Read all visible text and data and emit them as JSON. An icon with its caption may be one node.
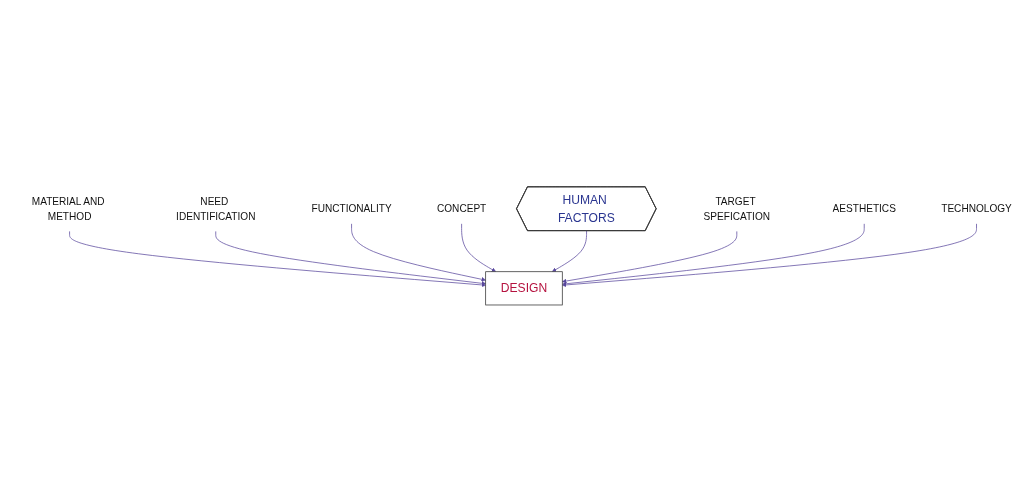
{
  "diagram": {
    "nodes": [
      {
        "text": [
          "DESIGN"
        ]
      },
      {
        "text": [
          "MATERIAL AND METHOD"
        ]
      },
      {
        "text": [
          "NEED IDENTIFICATION"
        ]
      },
      {
        "text": [
          "FUNCTIONALITY"
        ]
      },
      {
        "text": [
          "CONCEPT"
        ]
      },
      {
        "text": [
          "HUMAN FACTORS"
        ]
      },
      {
        "text": [
          "TARGET SPEFICATION"
        ]
      },
      {
        "text": [
          "AESTHETICS"
        ]
      },
      {
        "text": [
          "TECHNOLOGY"
        ]
      }
    ],
    "edges": [
      {
        "from": 1,
        "to": 0,
        "arrow": "to"
      },
      {
        "from": 2,
        "to": 0,
        "arrow": "to"
      },
      {
        "from": 3,
        "to": 0,
        "arrow": "to"
      },
      {
        "from": 4,
        "to": 0,
        "arrow": "to"
      },
      {
        "from": 5,
        "to": 0,
        "arrow": "to"
      },
      {
        "from": 6,
        "to": 0,
        "arrow": "to"
      },
      {
        "from": 7,
        "to": 0,
        "arrow": "to"
      },
      {
        "from": 8,
        "to": 0,
        "arrow": "to"
      }
    ]
  }
}
